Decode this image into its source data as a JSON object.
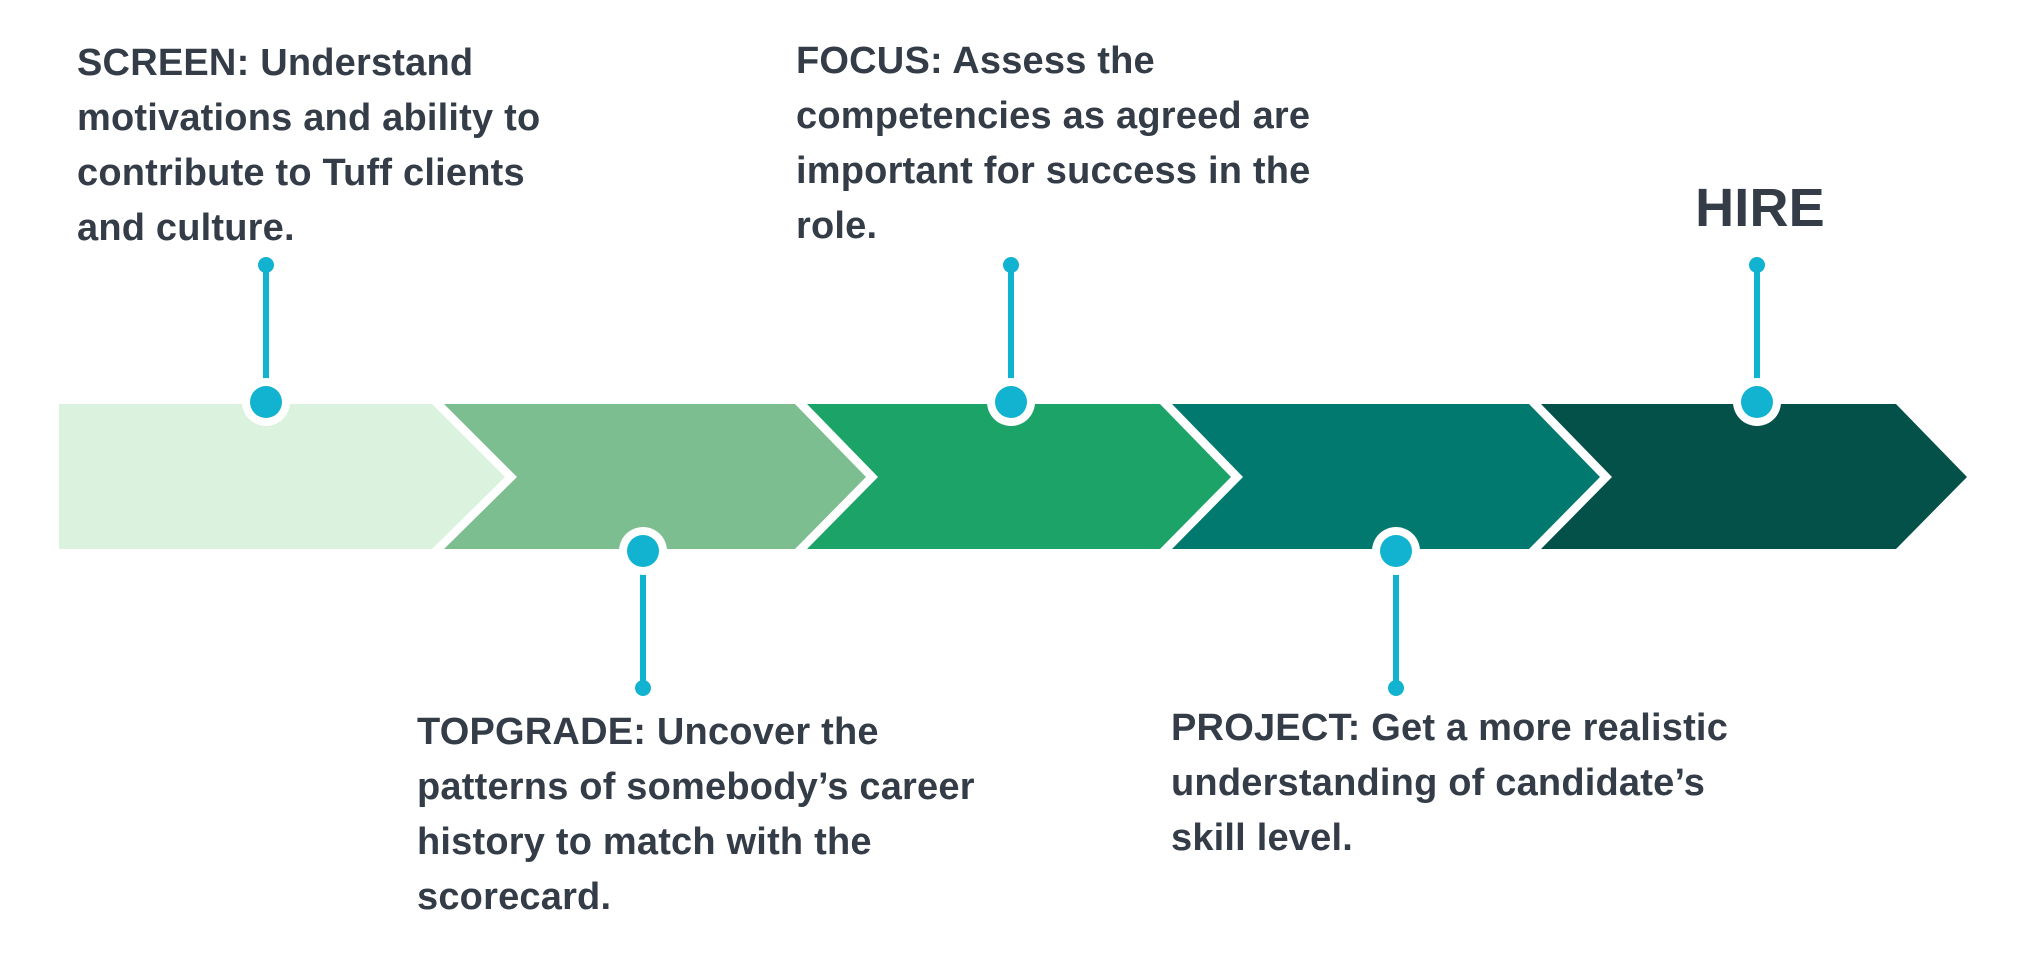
{
  "stages": [
    {
      "id": "screen",
      "fill": "#daf2de"
    },
    {
      "id": "topgrade",
      "fill": "#7dbe90"
    },
    {
      "id": "focus",
      "fill": "#1ca468"
    },
    {
      "id": "project",
      "fill": "#02796e"
    },
    {
      "id": "hire",
      "fill": "#035148"
    }
  ],
  "accent_color": "#12b3d0",
  "text_color": "#343d47",
  "callouts": {
    "screen": {
      "keyword": "SCREEN:",
      "text": "Understand motivations and ability to contribute to Tuff clients and culture."
    },
    "topgrade": {
      "keyword": "TOPGRADE:",
      "text": "Uncover the patterns of somebody’s career history to match with the scorecard."
    },
    "focus": {
      "keyword": "FOCUS:",
      "text": "Assess the competencies as agreed are important for success in the role."
    },
    "project": {
      "keyword": "PROJECT:",
      "text": "Get a more realistic understanding of candidate’s skill level."
    },
    "hire": {
      "keyword": "HIRE",
      "text": ""
    }
  }
}
